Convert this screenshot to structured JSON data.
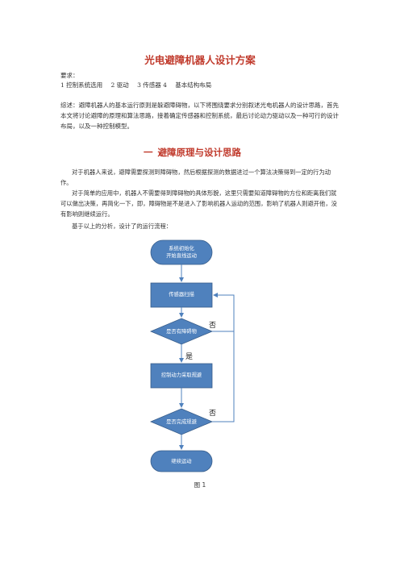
{
  "document": {
    "title": "光电避障机器人设计方案",
    "requirements_label": "要求：",
    "requirements": [
      "1 控制系统选用",
      "2 驱动",
      "3 传感器 4",
      "基本结构布局"
    ],
    "summary": "综述：避障机器人的基本运行原则是躲避障碍物，以下将围绕要求分别叙述光电机器人的设计思路，首先本文将讨论避障的原理和算法思路，接着确定传感器和控制系统，最后讨论动力驱动以及一种可行的设计布局，以及一种控制模型。",
    "section": {
      "number": "一",
      "title": "避障原理与设计思路"
    },
    "paragraphs": [
      "对于机器人来说，避障需要探测到障碍物，然后根据探测的数据进过一个算法决策得到一定的行为动作。",
      "对于简单的应用中，机器人不需要得到障碍物的具体形貌，这里只需要知道障碍物的方位和距离我们就可以做出决策，再简化一下，即，障碍物是不是进入了影响机器人运动的范围，影响了机器人则避开他，没有影响则继续运行。",
      "基于以上的分析，设计了的运行流程："
    ],
    "figure_caption": "图 1"
  },
  "flowchart": {
    "start": "系统初始化\n开始直线运动",
    "scan": "传感器扫描",
    "decision1": "是否有障碍物",
    "action": "控制动力采取规避",
    "decision2": "是否完成规避",
    "end": "继续运动",
    "label_no_1": "否",
    "label_yes": "是",
    "label_no_2": "否",
    "colors": {
      "fill": "#4f81bd",
      "stroke": "#385d8a",
      "arrow": "#4f81bd"
    }
  }
}
